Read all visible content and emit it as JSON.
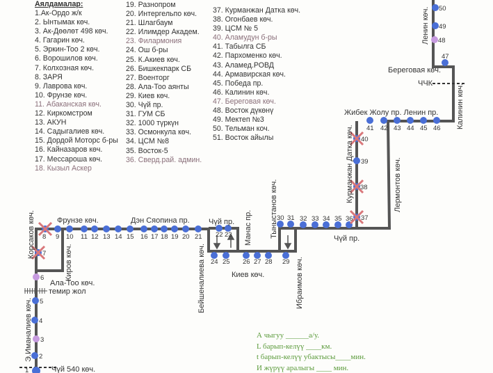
{
  "header": "Аялдамалар:",
  "stops": [
    "1.Ак-Ордо ж/к",
    "2. Ынтымак көч.",
    "3. Ак-Дөөлөт 498 көч.",
    "4. Гагарин көч.",
    "5. Эркин-Тоо 2 көч.",
    "6. Ворошилов көч.",
    "7. Колхозная көч.",
    "8. ЗАРЯ",
    "9. Лаврова көч.",
    "10. Фрунзе көч.",
    "11. Абаканская көч.",
    "12. Киркомстром",
    "13. АКУН",
    "14. Садыгалиев көч.",
    "15. Дордой Моторс б-ры",
    "16. Кайназаров көч.",
    "17. Мессароша көч.",
    "18. Кызыл Аскер",
    "19. Разнопром",
    "20. Интергельпо көч.",
    "21. Шлагбаум",
    "22. Илимдер Академ.",
    "23. Филармония",
    "24. Ош б-ры",
    "25. К.Акиев көч.",
    "26. Бишкекпарк СБ",
    "27. Военторг",
    "28. Ала-Тоо аянты",
    "29. Киев көч.",
    "30. Чүй пр.",
    "31. ГУМ СБ",
    "32. 1000 түркүн",
    "33. Осмонкула көч.",
    "34. ЦСМ №8",
    "35. Восток-5",
    "36. Сверд.рай. админ.",
    "37. Курманжан Датка көч.",
    "38. Огонбаев көч.",
    "39. ЦСМ № 5",
    "40. Аламудун б-ры",
    "41. Табылга СБ",
    "42. Пархоменко көч.",
    "43. Аламед.РОВД",
    "44. Армавирская көч.",
    "45. Победа пр.",
    "46. Калинин көч.",
    "47. Береговая көч.",
    "48. Восток дүкөнү",
    "49. Мектеп №3",
    "50. Тельман коч.",
    "51. Восток айылы"
  ],
  "map": {
    "streets": {
      "frunze": "Фрунзе көч.",
      "den": "Дэн Сяопина пр.",
      "korsakov": "Корсаков көч.",
      "kirov": "Киров көч.",
      "alatoo": "Ала-Тоо көч.",
      "railway": "темир жол",
      "imanaliev": "Э.Иманалиев көч.",
      "chui540": "Чүй 540 көч.",
      "chui1": "Чүй пр.",
      "chui2": "Чүй пр.",
      "beishenalieva": "Бейшеналиева көч.",
      "manas": "Манас пр.",
      "tynystanov": "Тыныстанов көч.",
      "kiev": "Киев көч.",
      "ibraimov": "Ибраимов көч.",
      "kurmanjan": "Курманжан Датка көч.",
      "lermontov": "Лермонтов көч.",
      "jibek": "Жибек Жолу пр. Ленин пр.",
      "beregovaya": "Береговая көч.",
      "chchk": "ЧЧК",
      "kalinin": "Калинин көч.",
      "lenin": "Ленин көч."
    },
    "closed_stops": [
      7,
      8,
      37,
      38,
      40
    ],
    "pink_stops": [
      3,
      6,
      48
    ],
    "colors": {
      "route": "#555555",
      "stop": "#4a6fd6",
      "pink": "#c79be0",
      "cross": "#d9777a"
    }
  },
  "form": {
    "line1": "А чыгуу ______а/у.",
    "line2": "L барып-келүү ____км.",
    "line3": "t барып-келүү убактысы____мин.",
    "line4": "И жүрүү аралыгы ____     мин."
  }
}
